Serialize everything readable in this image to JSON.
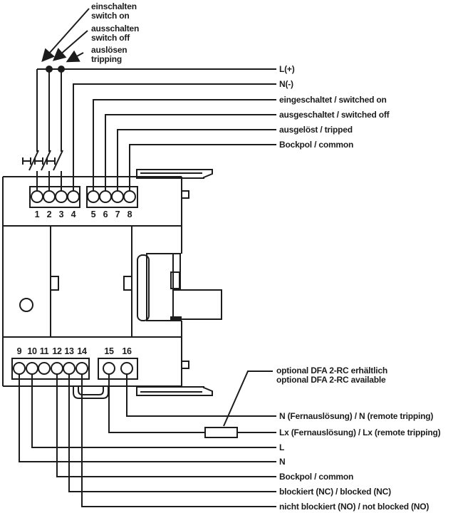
{
  "colors": {
    "line": "#1c1c1c",
    "background": "#ffffff"
  },
  "callouts_top": [
    {
      "de": "einschalten",
      "en": "switch on"
    },
    {
      "de": "ausschalten",
      "en": "switch off"
    },
    {
      "de": "auslösen",
      "en": "tripping"
    }
  ],
  "wire_labels_right": [
    "L(+)",
    "N(-)",
    "eingeschaltet / switched on",
    "ausgeschaltet / switched off",
    "ausgelöst / tripped",
    "Bockpol / common"
  ],
  "terminals": {
    "top": [
      "1",
      "2",
      "3",
      "4",
      "5",
      "6",
      "7",
      "8"
    ],
    "bottom": [
      "9",
      "10",
      "11",
      "12",
      "13",
      "14",
      "15",
      "16"
    ]
  },
  "optional_note": {
    "de": "optional DFA 2-RC erhältlich",
    "en": "optional DFA 2-RC available"
  },
  "wire_labels_bottom": [
    "N (Fernauslösung) / N (remote tripping)",
    "Lx (Fernauslösung) / Lx (remote tripping)",
    "L",
    "N",
    "Bockpol / common",
    "blockiert (NC) / blocked (NC)",
    "nicht blockiert (NO) / not blocked (NO)"
  ]
}
